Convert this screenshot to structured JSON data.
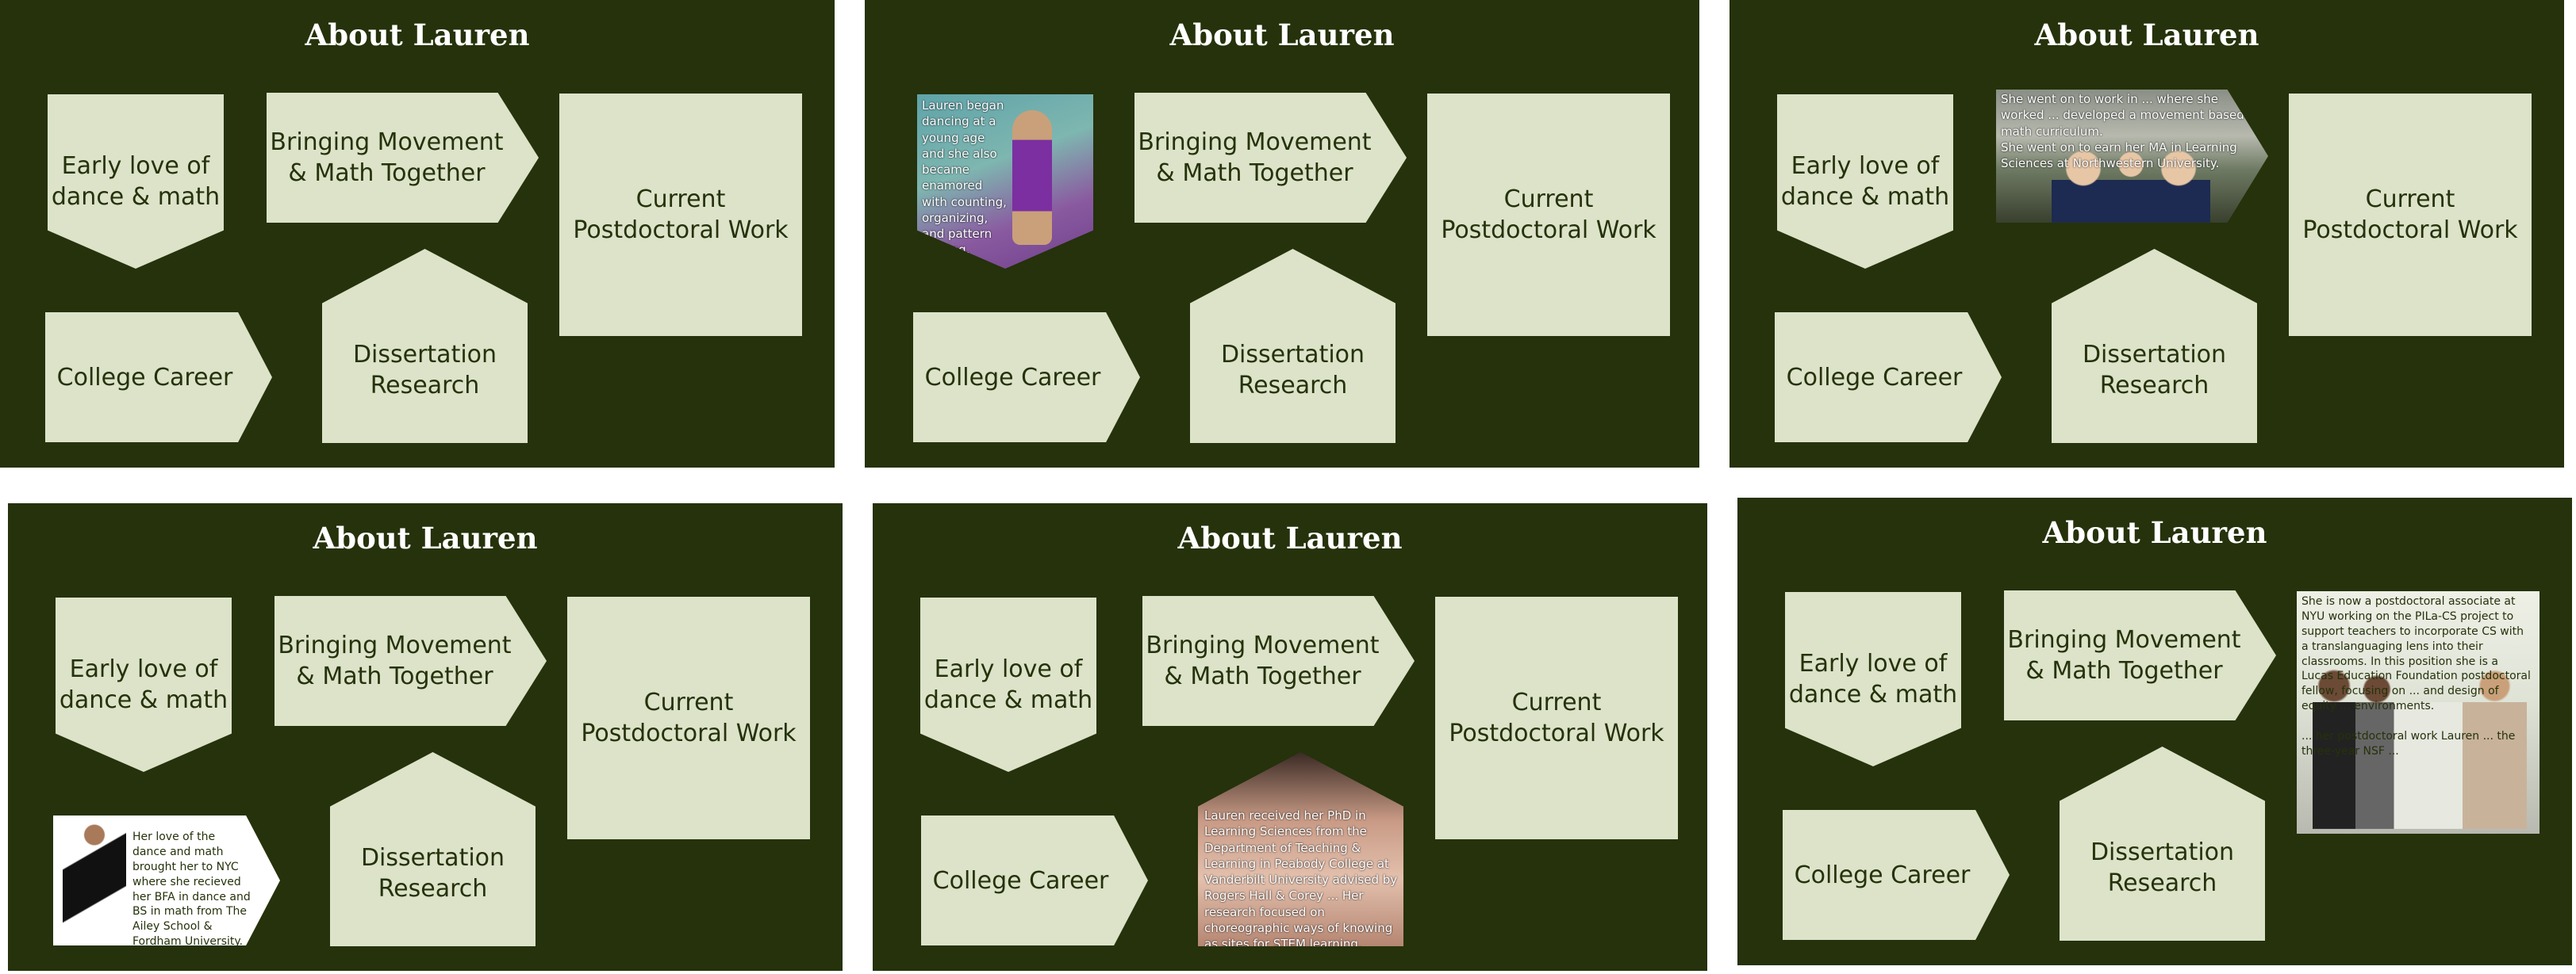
{
  "title": "About Lauren",
  "labels": {
    "early": "Early love of dance & math",
    "bringing": "Bringing Movement & Math Together",
    "current": "Current Postdoctoral Work",
    "college": "College Career",
    "dissertation": "Dissertation Research"
  },
  "captions": {
    "early": "Lauren began dancing at a young age and she also became enamored with counting, organizing, and pattern making.",
    "bringing": "She went on to work in ... where she worked ... developed a movement based math curriculum.\nShe went on to earn her MA in Learning Sciences at Northwestern University.",
    "college": "Her love of the dance and math brought her to NYC where she recieved her BFA in dance and BS in math from The Ailey School & Fordham University.",
    "dissertation": "Lauren received her PhD in Learning Sciences from the Department of Teaching & Learning in Peabody College at Vanderbilt University advised by Rogers Hall & Corey ... Her research focused on choreographic ways of knowing as sites for STEM learning, design, and analysis.",
    "current": "She is now a postdoctoral associate at NYU working on the PILa-CS project to support teachers to incorporate CS with a translanguaging lens into their classrooms. In this position she is a Lucas Education Foundation postdoctoral fellow, focusing on ... and design of equity ... environments.\n\n... her postdoctoral work Lauren ... the three-year NSF ..."
  },
  "colors": {
    "panel_bg": "#25320b",
    "shape_fill": "#dce3c9",
    "title_text": "#ffffff"
  }
}
